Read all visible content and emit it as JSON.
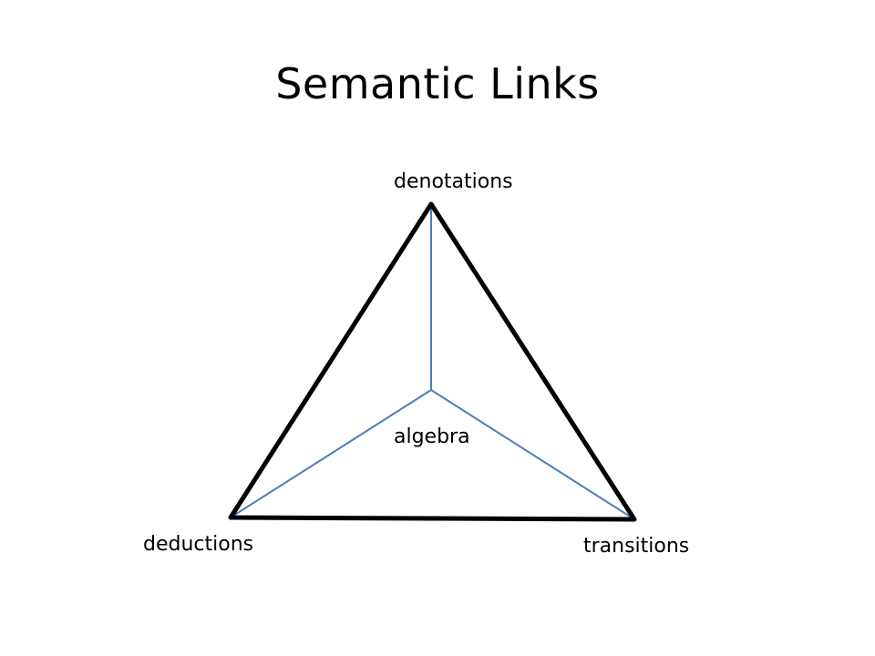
{
  "slide": {
    "title": "Semantic Links"
  },
  "diagram": {
    "nodes": {
      "top": "denotations",
      "center": "algebra",
      "left": "deductions",
      "right": "transitions"
    },
    "colors": {
      "outer_edge": "#000000",
      "inner_spoke": "#4a7ebb"
    }
  }
}
